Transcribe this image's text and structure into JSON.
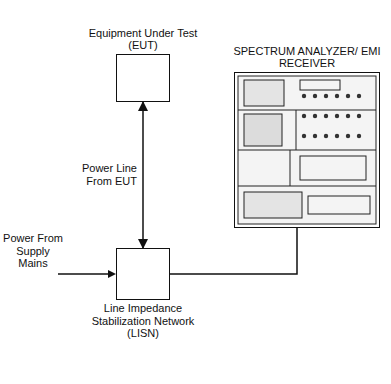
{
  "diagram": {
    "nodes": [
      {
        "text": [
          "Equipment Under Test (EUT)"
        ]
      },
      {
        "text": [
          "Line Impedance Stabilization Network (LISN)"
        ]
      },
      {
        "text": [
          "SPECTRUM ANALYZER/ EMI RECEIVER"
        ]
      }
    ],
    "edges": [
      {
        "from": 0,
        "to": 1,
        "arrow": "both",
        "label": "Power Line From EUT"
      },
      {
        "from": 1,
        "to": 2,
        "arrow": "none"
      }
    ],
    "labels": [
      "Power From Supply Mains"
    ]
  }
}
